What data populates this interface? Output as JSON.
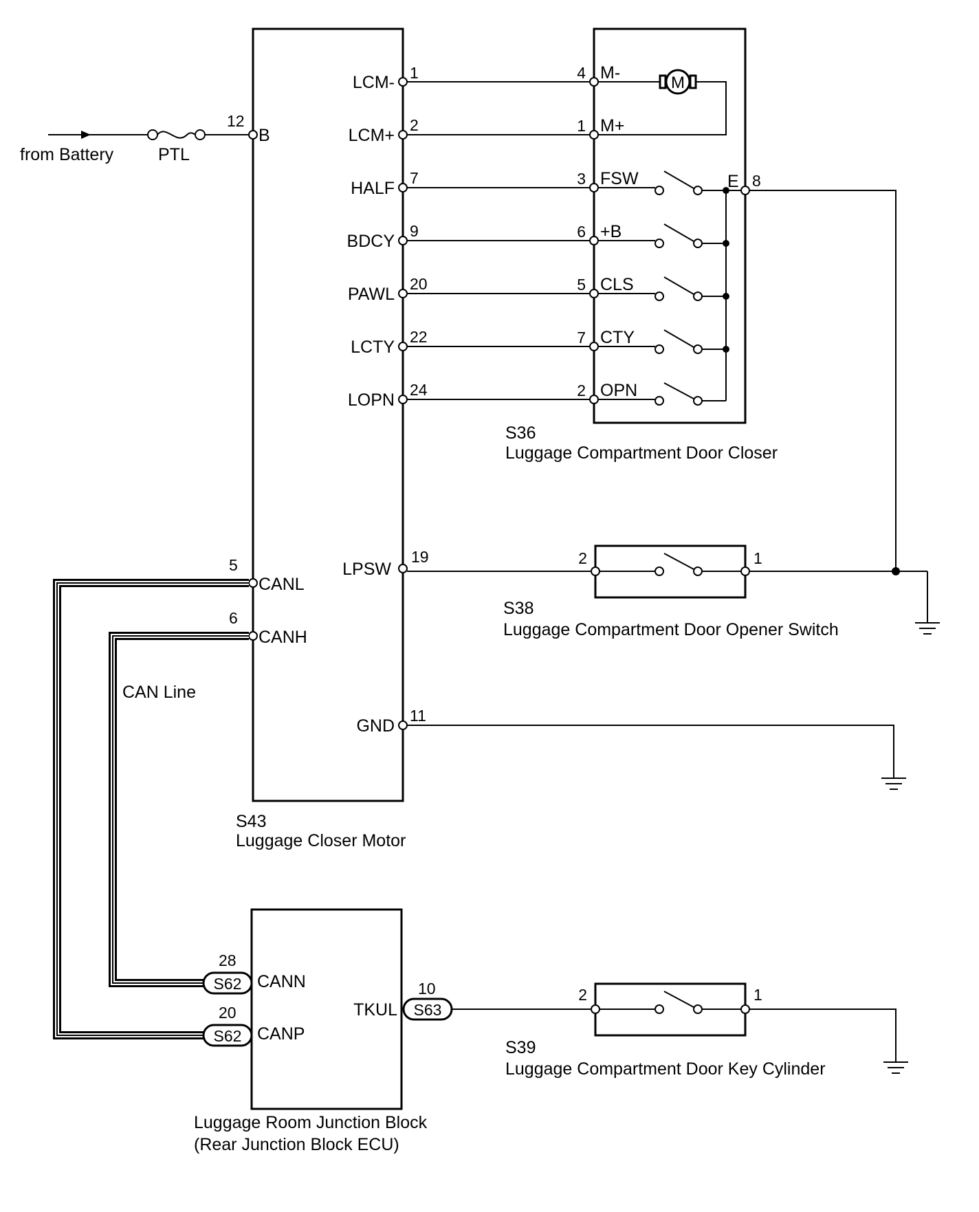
{
  "source": {
    "label": "from Battery",
    "fuse": "PTL"
  },
  "motor_ecu": {
    "code": "S43",
    "name": "Luggage Closer Motor",
    "b_terminal": {
      "label": "B",
      "pin": "12"
    },
    "right_pins": [
      {
        "label": "LCM-",
        "pin": "1"
      },
      {
        "label": "LCM+",
        "pin": "2"
      },
      {
        "label": "HALF",
        "pin": "7"
      },
      {
        "label": "BDCY",
        "pin": "9"
      },
      {
        "label": "PAWL",
        "pin": "20"
      },
      {
        "label": "LCTY",
        "pin": "22"
      },
      {
        "label": "LOPN",
        "pin": "24"
      },
      {
        "label": "LPSW",
        "pin": "19"
      },
      {
        "label": "GND",
        "pin": "11"
      }
    ],
    "can_pins": [
      {
        "label": "CANL",
        "pin": "5"
      },
      {
        "label": "CANH",
        "pin": "6"
      }
    ]
  },
  "door_closer": {
    "code": "S36",
    "name": "Luggage Compartment Door Closer",
    "motor_symbol": "M",
    "pins": [
      {
        "label": "M-",
        "pin": "4"
      },
      {
        "label": "M+",
        "pin": "1"
      },
      {
        "label": "FSW",
        "pin": "3"
      },
      {
        "label": "+B",
        "pin": "6"
      },
      {
        "label": "CLS",
        "pin": "5"
      },
      {
        "label": "CTY",
        "pin": "7"
      },
      {
        "label": "OPN",
        "pin": "2"
      }
    ],
    "ground_terminal": {
      "label": "E",
      "pin": "8"
    }
  },
  "opener_switch": {
    "code": "S38",
    "name": "Luggage Compartment Door Opener Switch",
    "pin_left": "2",
    "pin_right": "1"
  },
  "can_line_label": "CAN Line",
  "junction_block": {
    "name_line1": "Luggage Room Junction Block",
    "name_line2": "(Rear Junction Block ECU)",
    "pins": [
      {
        "label": "CANN",
        "pin": "28",
        "connector": "S62"
      },
      {
        "label": "CANP",
        "pin": "20",
        "connector": "S62"
      },
      {
        "label": "TKUL",
        "pin": "10",
        "connector": "S63"
      }
    ]
  },
  "key_cylinder": {
    "code": "S39",
    "name": "Luggage Compartment Door Key Cylinder",
    "pin_left": "2",
    "pin_right": "1"
  }
}
